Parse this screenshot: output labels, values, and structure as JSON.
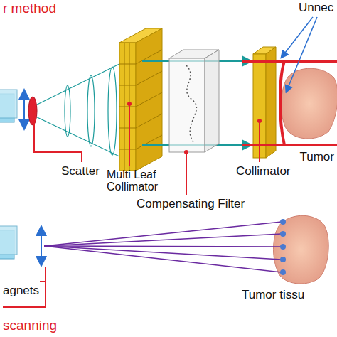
{
  "diagram": {
    "labels": [
      "r method",
      "Unnec",
      "Tumor",
      "Scatter",
      "Multi Leaf Collimator",
      "Collimator",
      "Compensating Filter",
      "agnets",
      "Tumor tissu",
      "scanning"
    ]
  }
}
